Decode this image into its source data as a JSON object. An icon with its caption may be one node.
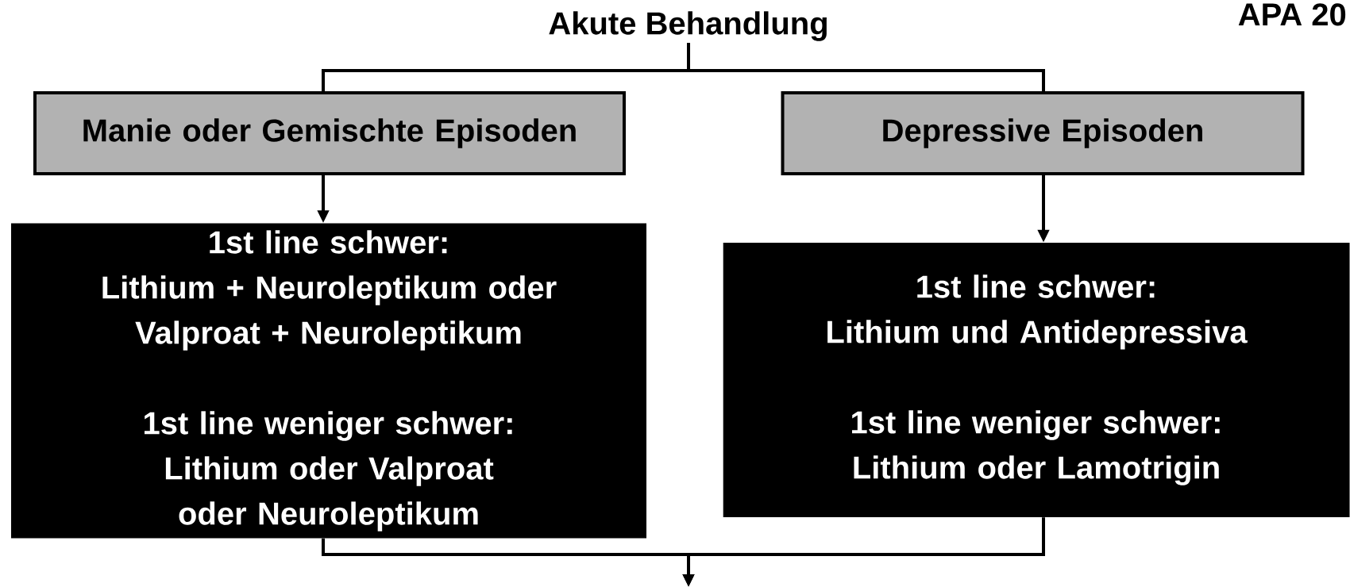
{
  "diagram": {
    "nodes": [
      {
        "text": [
          "Akute Behandlung"
        ]
      },
      {
        "text": [
          "Manie oder Gemischte Episoden"
        ]
      },
      {
        "text": [
          "Depressive Episoden"
        ]
      },
      {
        "text": [
          "1st line schwer:",
          "Lithium + Neuroleptikum oder Valproat + Neuroleptikum",
          "1st line weniger schwer:",
          "Lithium oder Valproat oder Neuroleptikum"
        ]
      },
      {
        "text": [
          "1st line schwer:",
          "Lithium und Antidepressiva",
          "1st line weniger schwer:",
          "Lithium oder Lamotrigin"
        ]
      }
    ],
    "edges": [
      {
        "from": 0,
        "to": 1,
        "arrow": "none"
      },
      {
        "from": 0,
        "to": 2,
        "arrow": "none"
      },
      {
        "from": 1,
        "to": 3,
        "arrow": "to"
      },
      {
        "from": 2,
        "to": 4,
        "arrow": "to"
      },
      {
        "from": 3,
        "to": null,
        "arrow": "to"
      },
      {
        "from": 4,
        "to": null,
        "arrow": "to"
      }
    ],
    "labels": [
      "APA 20"
    ]
  }
}
